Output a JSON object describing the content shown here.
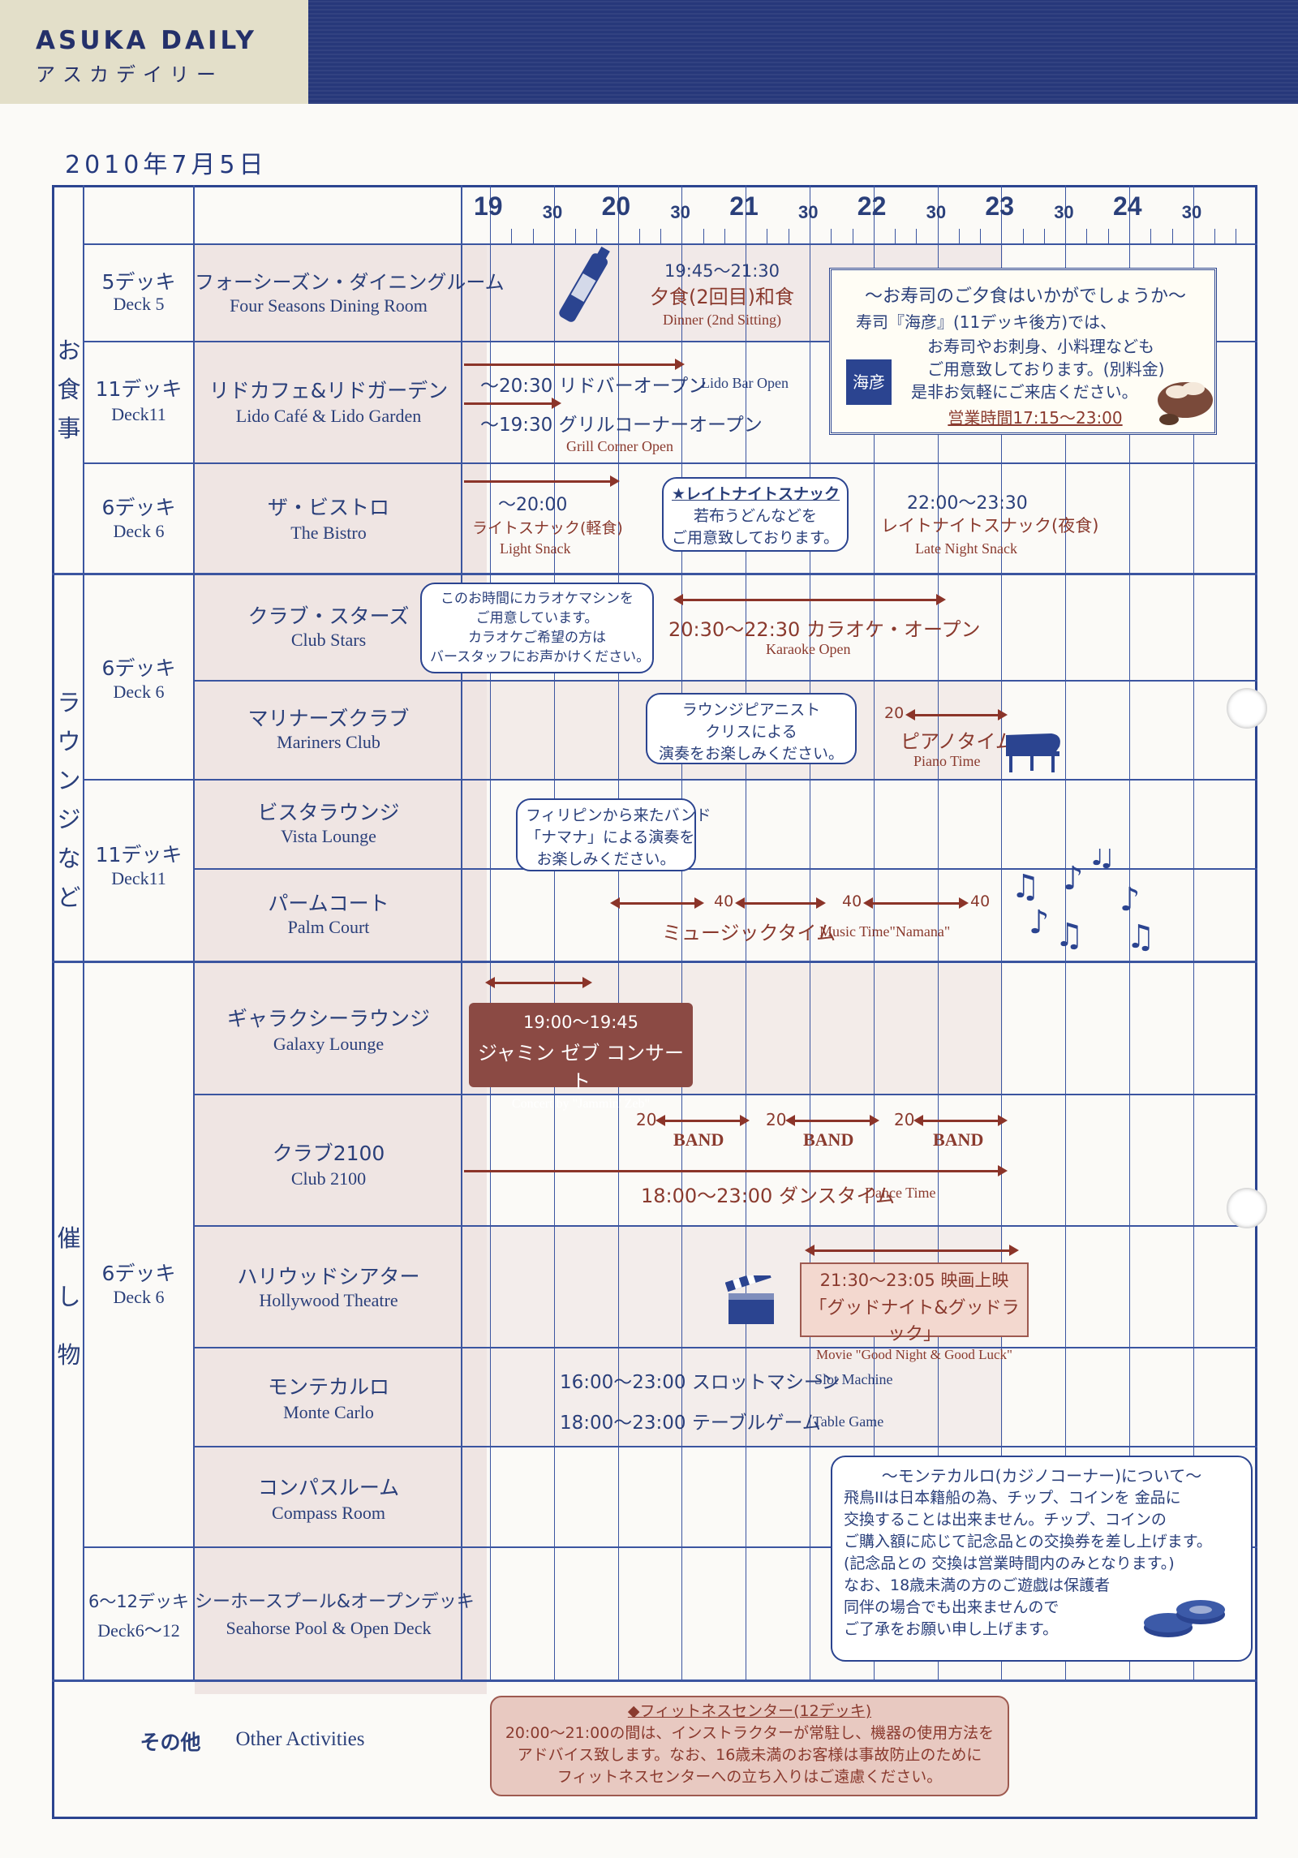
{
  "header": {
    "brand_en": "ASUKA DAILY",
    "brand_jp": "アスカデイリー",
    "date": "2010年7月5日"
  },
  "timeline": {
    "hours": [
      "19",
      "20",
      "21",
      "22",
      "23",
      "24"
    ],
    "half_label": "30"
  },
  "categories": {
    "dining": "お食事",
    "lounge": "ラウンジなど",
    "events": "催し物"
  },
  "rows": {
    "four_seasons": {
      "deck_jp": "5デッキ",
      "deck_en": "Deck 5",
      "name_jp": "フォーシーズン・ダイニングルーム",
      "name_en": "Four Seasons Dining Room"
    },
    "lido": {
      "deck_jp": "11デッキ",
      "deck_en": "Deck11",
      "name_jp": "リドカフェ&リドガーデン",
      "name_en": "Lido Café & Lido Garden"
    },
    "bistro": {
      "deck_jp": "6デッキ",
      "deck_en": "Deck 6",
      "name_jp": "ザ・ビストロ",
      "name_en": "The Bistro"
    },
    "club_stars": {
      "name_jp": "クラブ・スターズ",
      "name_en": "Club Stars"
    },
    "mariners": {
      "name_jp": "マリナーズクラブ",
      "name_en": "Mariners Club"
    },
    "lounge_deck": {
      "deck_jp": "6デッキ",
      "deck_en": "Deck 6"
    },
    "vista": {
      "name_jp": "ビスタラウンジ",
      "name_en": "Vista Lounge"
    },
    "palm": {
      "name_jp": "パームコート",
      "name_en": "Palm Court"
    },
    "deck11_lounges": {
      "deck_jp": "11デッキ",
      "deck_en": "Deck11"
    },
    "galaxy": {
      "name_jp": "ギャラクシーラウンジ",
      "name_en": "Galaxy Lounge"
    },
    "club2100": {
      "name_jp": "クラブ2100",
      "name_en": "Club 2100"
    },
    "hollywood": {
      "name_jp": "ハリウッドシアター",
      "name_en": "Hollywood Theatre"
    },
    "events_deck": {
      "deck_jp": "6デッキ",
      "deck_en": "Deck 6"
    },
    "monte": {
      "name_jp": "モンテカルロ",
      "name_en": "Monte Carlo"
    },
    "compass": {
      "name_jp": "コンパスルーム",
      "name_en": "Compass Room"
    },
    "seahorse": {
      "deck_jp": "6〜12デッキ",
      "deck_en": "Deck6〜12",
      "name_jp": "シーホースプール&オープンデッキ",
      "name_en": "Seahorse Pool & Open Deck"
    },
    "other": {
      "name_jp": "その他",
      "name_en": "Other Activities"
    }
  },
  "events": {
    "dinner_time": "19:45〜21:30",
    "dinner_jp": "夕食(2回目)和食",
    "dinner_en": "Dinner (2nd Sitting)",
    "lido_bar": "〜20:30 リドバーオープン",
    "lido_bar_en": "Lido Bar Open",
    "grill": "〜19:30 グリルコーナーオープン",
    "grill_en": "Grill Corner Open",
    "light_time": "〜20:00",
    "light_jp": "ライトスナック(軽食)",
    "light_en": "Light Snack",
    "late_bubble": [
      "★レイトナイトスナック",
      "若布うどんなどを",
      "ご用意致しております。"
    ],
    "late_time": "22:00〜23:30",
    "late_jp": "レイトナイトスナック(夜食)",
    "late_en": "Late Night Snack",
    "karaoke_bubble": [
      "このお時間にカラオケマシンを",
      "ご用意しています。",
      "カラオケご希望の方は",
      "バースタッフにお声かけください。"
    ],
    "karaoke": "20:30〜22:30 カラオケ・オープン",
    "karaoke_en": "Karaoke Open",
    "piano_bubble": [
      "ラウンジピアニスト",
      "クリスによる",
      "演奏をお楽しみください。"
    ],
    "piano_min": "20",
    "piano_jp": "ピアノタイム",
    "piano_en": "Piano Time",
    "band_bubble": [
      "フィリピンから来たバンド",
      "「ナマナ」による演奏を",
      "お楽しみください。"
    ],
    "music_mins": [
      "40",
      "40",
      "40"
    ],
    "music_jp": "ミュージックタイム",
    "music_en": "Music Time\"Namana\"",
    "galaxy_time": "19:00〜19:45",
    "galaxy_jp": "ジャミン ゼブ コンサート",
    "galaxy_en": "Concert by \"Jammin' Zeb\"",
    "band_min": "20",
    "band_label": "BAND",
    "dance": "18:00〜23:00 ダンスタイム",
    "dance_en": "Dance Time",
    "movie_time": "21:30〜23:05 映画上映",
    "movie_jp": "「グッドナイト&グッドラック」",
    "movie_en": "Movie \"Good Night & Good Luck\"",
    "slot": "16:00〜23:00 スロットマシーン",
    "slot_en": "Slot Machine",
    "table": "18:00〜23:00 テーブルゲーム",
    "table_en": "Table Game"
  },
  "sushi": {
    "title": "〜お寿司のご夕食はいかがでしょうか〜",
    "line1": "寿司『海彦』(11デッキ後方)では、",
    "line2": "お寿司やお刺身、小料理なども",
    "line3": "ご用意致しております。(別料金)",
    "line4": "是非お気軽にご来店ください。",
    "hours": "営業時間17:15〜23:00",
    "sign": "海彦"
  },
  "casino": {
    "title": "〜モンテカルロ(カジノコーナー)について〜",
    "lines": [
      "飛鳥IIは日本籍船の為、チップ、コインを 金品に",
      "交換することは出来ません。チップ、コインの",
      "ご購入額に応じて記念品との交換券を差し上げます。",
      "(記念品との 交換は営業時間内のみとなります。)",
      "なお、18歳未満の方のご遊戯は保護者",
      "同伴の場合でも出来ませんので",
      "ご了承をお願い申し上げます。"
    ]
  },
  "fitness": {
    "title": "◆フィットネスセンター(12デッキ)",
    "lines": [
      "20:00〜21:00の間は、インストラクターが常駐し、機器の使用方法を",
      "アドバイス致します。なお、16歳未満のお客様は事故防止のために",
      "フィットネスセンターへの立ち入りはご遠慮ください。"
    ]
  },
  "colors": {
    "accent_blue": "#2b4490",
    "accent_red": "#8b3429",
    "header_blue": "#27387a"
  }
}
